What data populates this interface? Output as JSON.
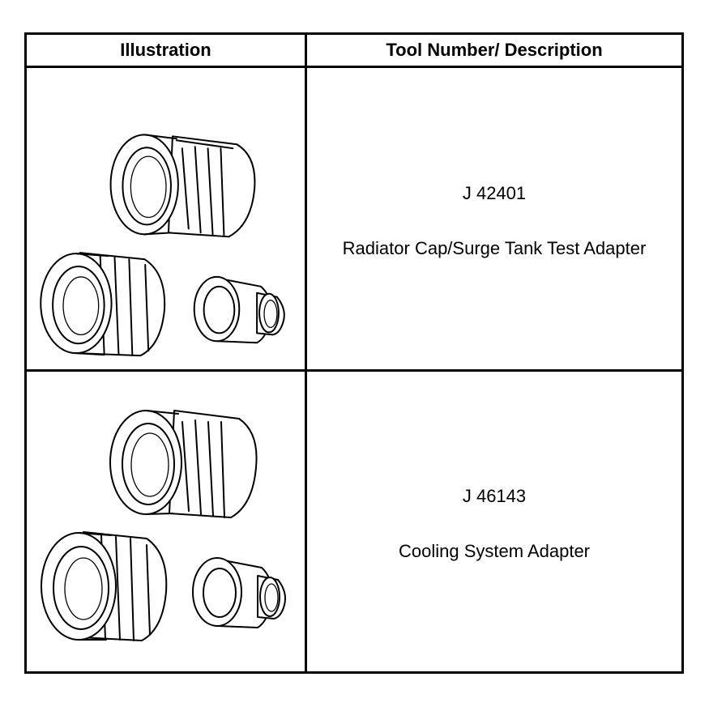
{
  "table": {
    "headers": {
      "illustration": "Illustration",
      "tool": "Tool Number/ Description"
    },
    "rows": [
      {
        "tool_number": "J 42401",
        "description": "Radiator Cap/Surge Tank Test Adapter"
      },
      {
        "tool_number": "J 46143",
        "description": "Cooling System Adapter"
      }
    ]
  }
}
